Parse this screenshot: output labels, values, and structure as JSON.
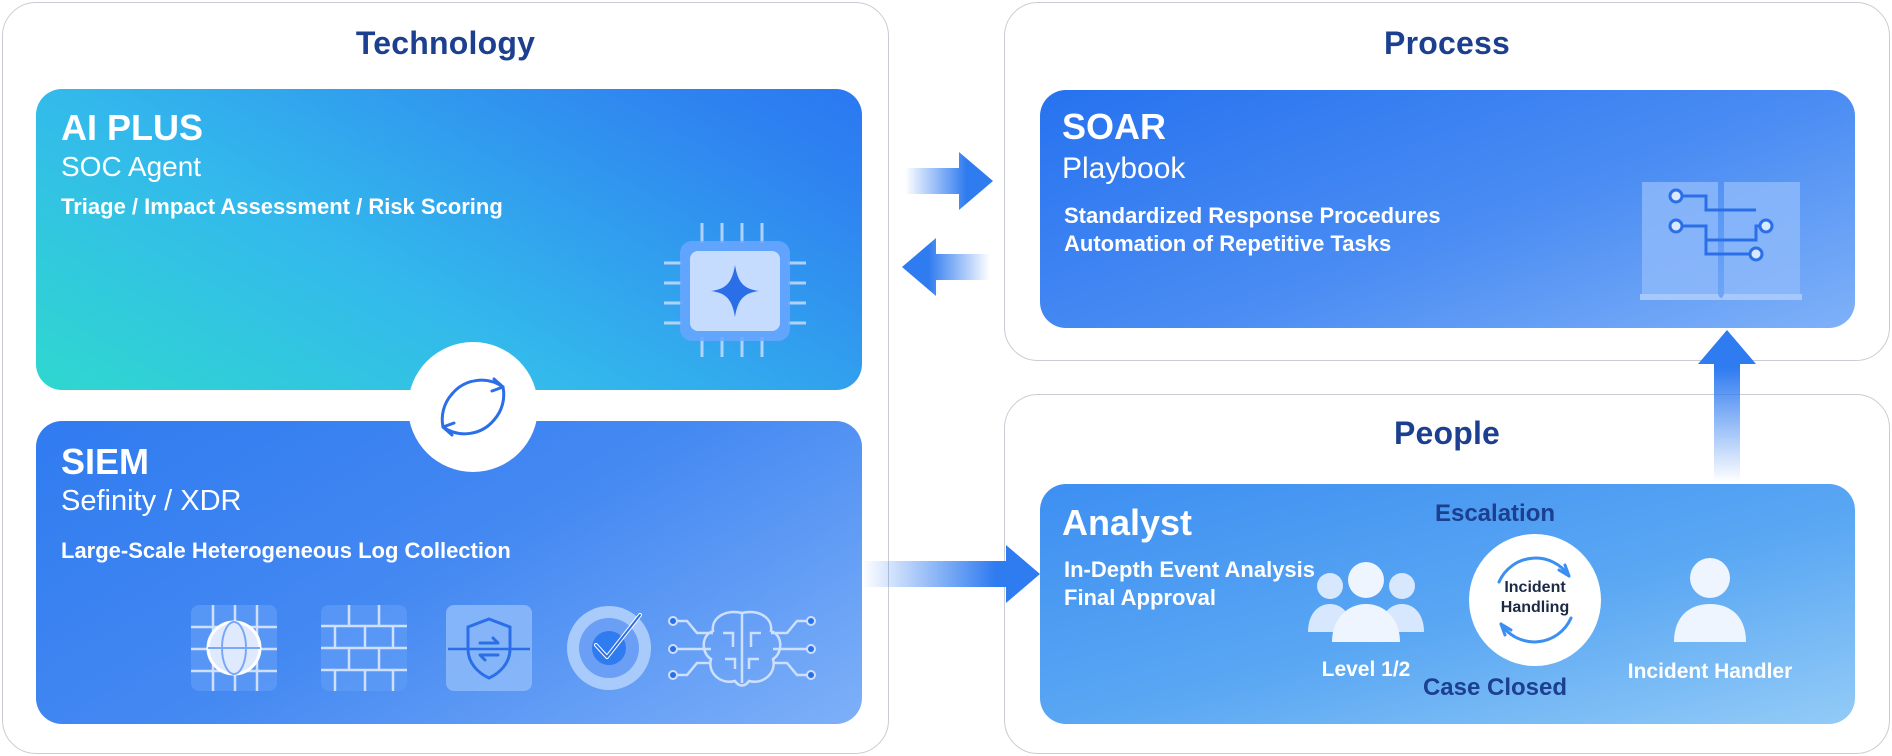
{
  "technology": {
    "title": "Technology",
    "ai_plus": {
      "title": "AI PLUS",
      "subtitle": "SOC Agent",
      "description": "Triage / Impact Assessment / Risk Scoring",
      "icon": "ai-chip-icon"
    },
    "cycle_icon": "sync-icon",
    "siem": {
      "title": "SIEM",
      "subtitle": "Sefinity / XDR",
      "description": "Large-Scale Heterogeneous Log Collection",
      "icons": [
        "globe-grid-icon",
        "firewall-brick-icon",
        "shield-switch-icon",
        "target-check-icon",
        "neural-brain-icon"
      ]
    }
  },
  "process": {
    "title": "Process",
    "soar": {
      "title": "SOAR",
      "subtitle": "Playbook",
      "description_lines": [
        "Standardized Response Procedures",
        "Automation of Repetitive Tasks"
      ],
      "icon": "playbook-book-icon"
    }
  },
  "people": {
    "title": "People",
    "analyst": {
      "title": "Analyst",
      "description_lines": [
        "In-Depth Event Analysis",
        "Final Approval"
      ],
      "level_label": "Level 1/2",
      "escalation_label": "Escalation",
      "incident_label_lines": [
        "Incident",
        "Handling"
      ],
      "case_closed_label": "Case Closed",
      "handler_label": "Incident Handler"
    }
  },
  "colors": {
    "title_navy": "#1c3f8f",
    "panel_border": "#c9ccd3",
    "primary_blue": "#2f7bf0",
    "cyan": "#2ad1d8"
  }
}
